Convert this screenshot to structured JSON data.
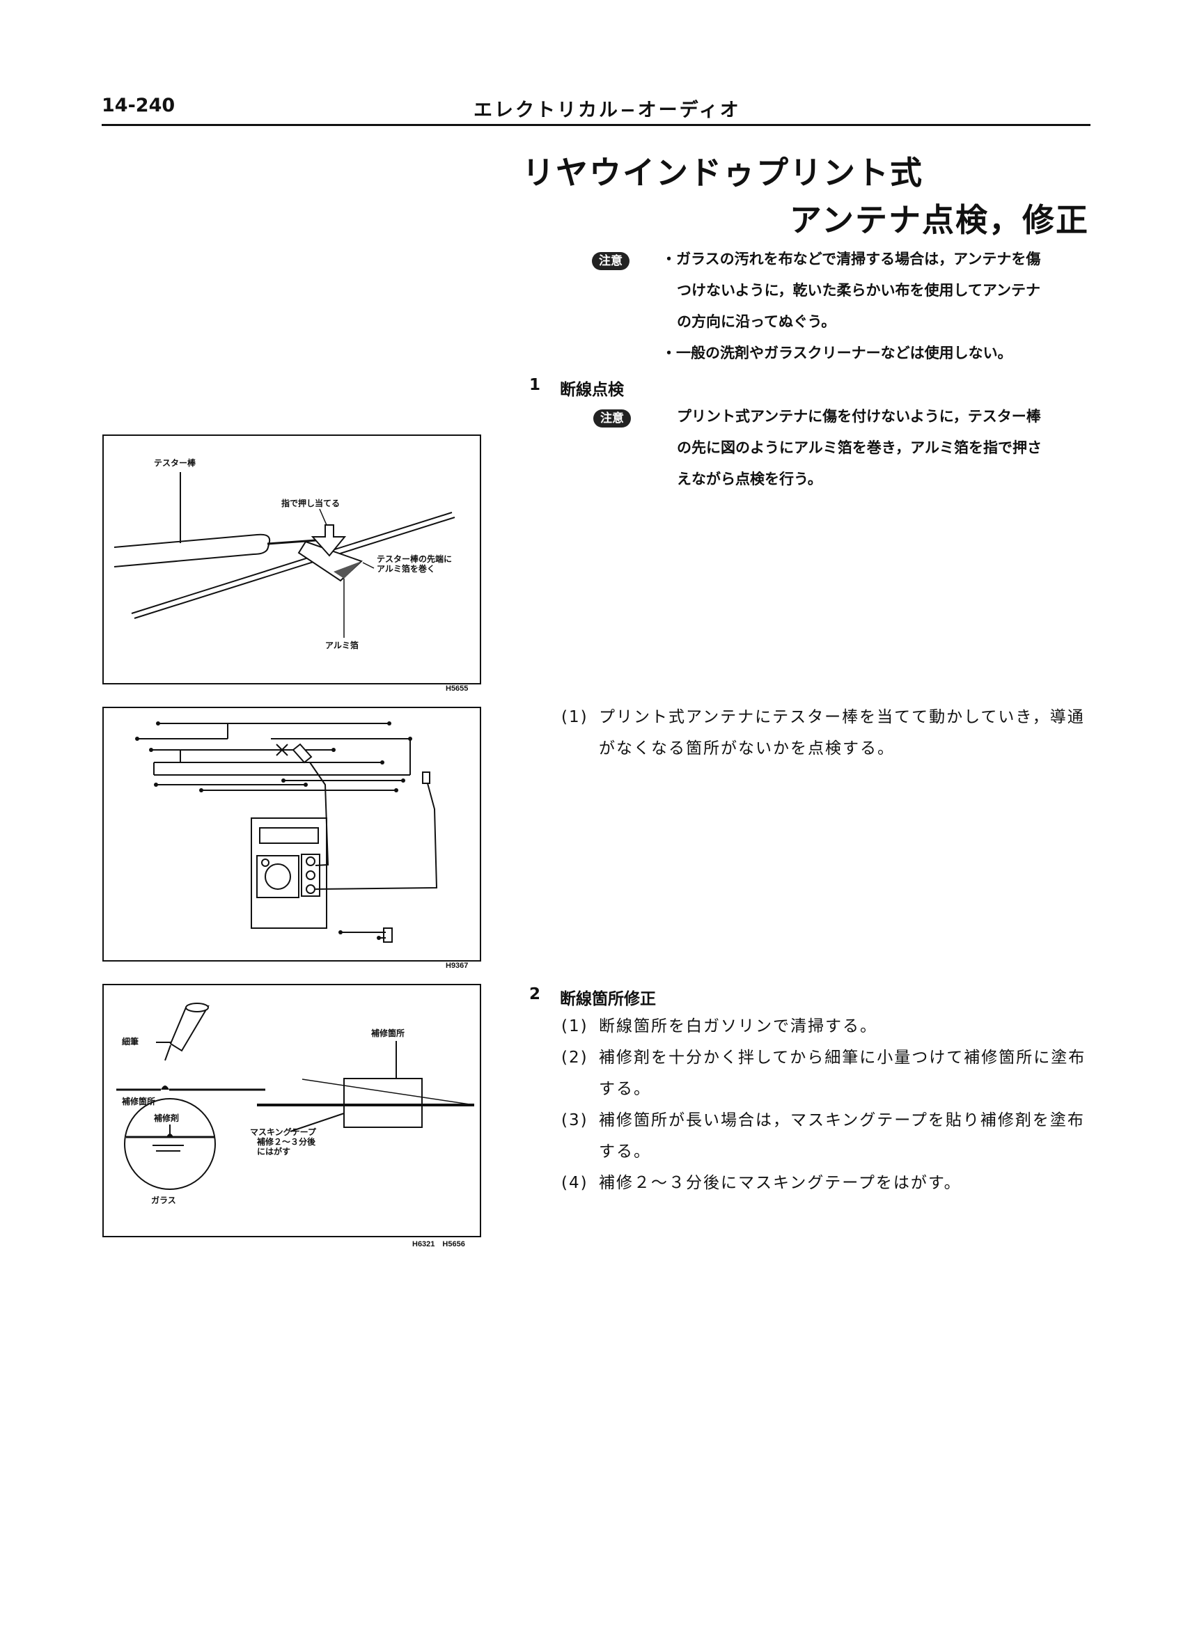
{
  "header": {
    "page_number": "14-240",
    "section": "エレクトリカル−オーディオ"
  },
  "title": {
    "line1": "リヤウインドゥプリント式",
    "line2": "アンテナ点検，修正"
  },
  "caution_badge": "注意",
  "caution_top": {
    "bullet1_l1": "・ガラスの汚れを布などで清掃する場合は，アンテナを傷",
    "bullet1_l2": "つけないように，乾いた柔らかい布を使用してアンテナ",
    "bullet1_l3": "の方向に沿ってぬぐう。",
    "bullet2": "・一般の洗剤やガラスクリーナーなどは使用しない。"
  },
  "step1": {
    "num": "1",
    "heading": "断線点検",
    "caution_l1": "プリント式アンテナに傷を付けないように，テスター棒",
    "caution_l2": "の先に図のようにアルミ箔を巻き，アルミ箔を指で押さ",
    "caution_l3": "えながら点検を行う。",
    "item1_num": "(1)",
    "item1_l1": "プリント式アンテナにテスター棒を当てて動かしていき，導通",
    "item1_l2": "がなくなる箇所がないかを点検する。"
  },
  "step2": {
    "num": "2",
    "heading": "断線箇所修正",
    "items": [
      {
        "num": "(1)",
        "l1": "断線箇所を白ガソリンで清掃する。",
        "l2": ""
      },
      {
        "num": "(2)",
        "l1": "補修剤を十分かく拌してから細筆に小量つけて補修箇所に塗布",
        "l2": "する。"
      },
      {
        "num": "(3)",
        "l1": "補修箇所が長い場合は，マスキングテープを貼り補修剤を塗布",
        "l2": "する。"
      },
      {
        "num": "(4)",
        "l1": "補修２〜３分後にマスキングテープをはがす。",
        "l2": ""
      }
    ]
  },
  "figure1": {
    "code": "H5655",
    "tester_rod": "テスター棒",
    "finger": "指で押し当てる",
    "wrap_l1": "テスター棒の先端に",
    "wrap_l2": "アルミ箔を巻く",
    "foil": "アルミ箔"
  },
  "figure2": {
    "code": "H9367"
  },
  "figure3": {
    "code": "H6321　H5656",
    "brush": "細筆",
    "repair_spot": "補修箇所",
    "repair_spot_right": "補修箇所",
    "agent": "補修剤",
    "glass": "ガラス",
    "tape": "マスキングテープ",
    "tape_note_l1": "補修２〜３分後",
    "tape_note_l2": "にはがす"
  }
}
